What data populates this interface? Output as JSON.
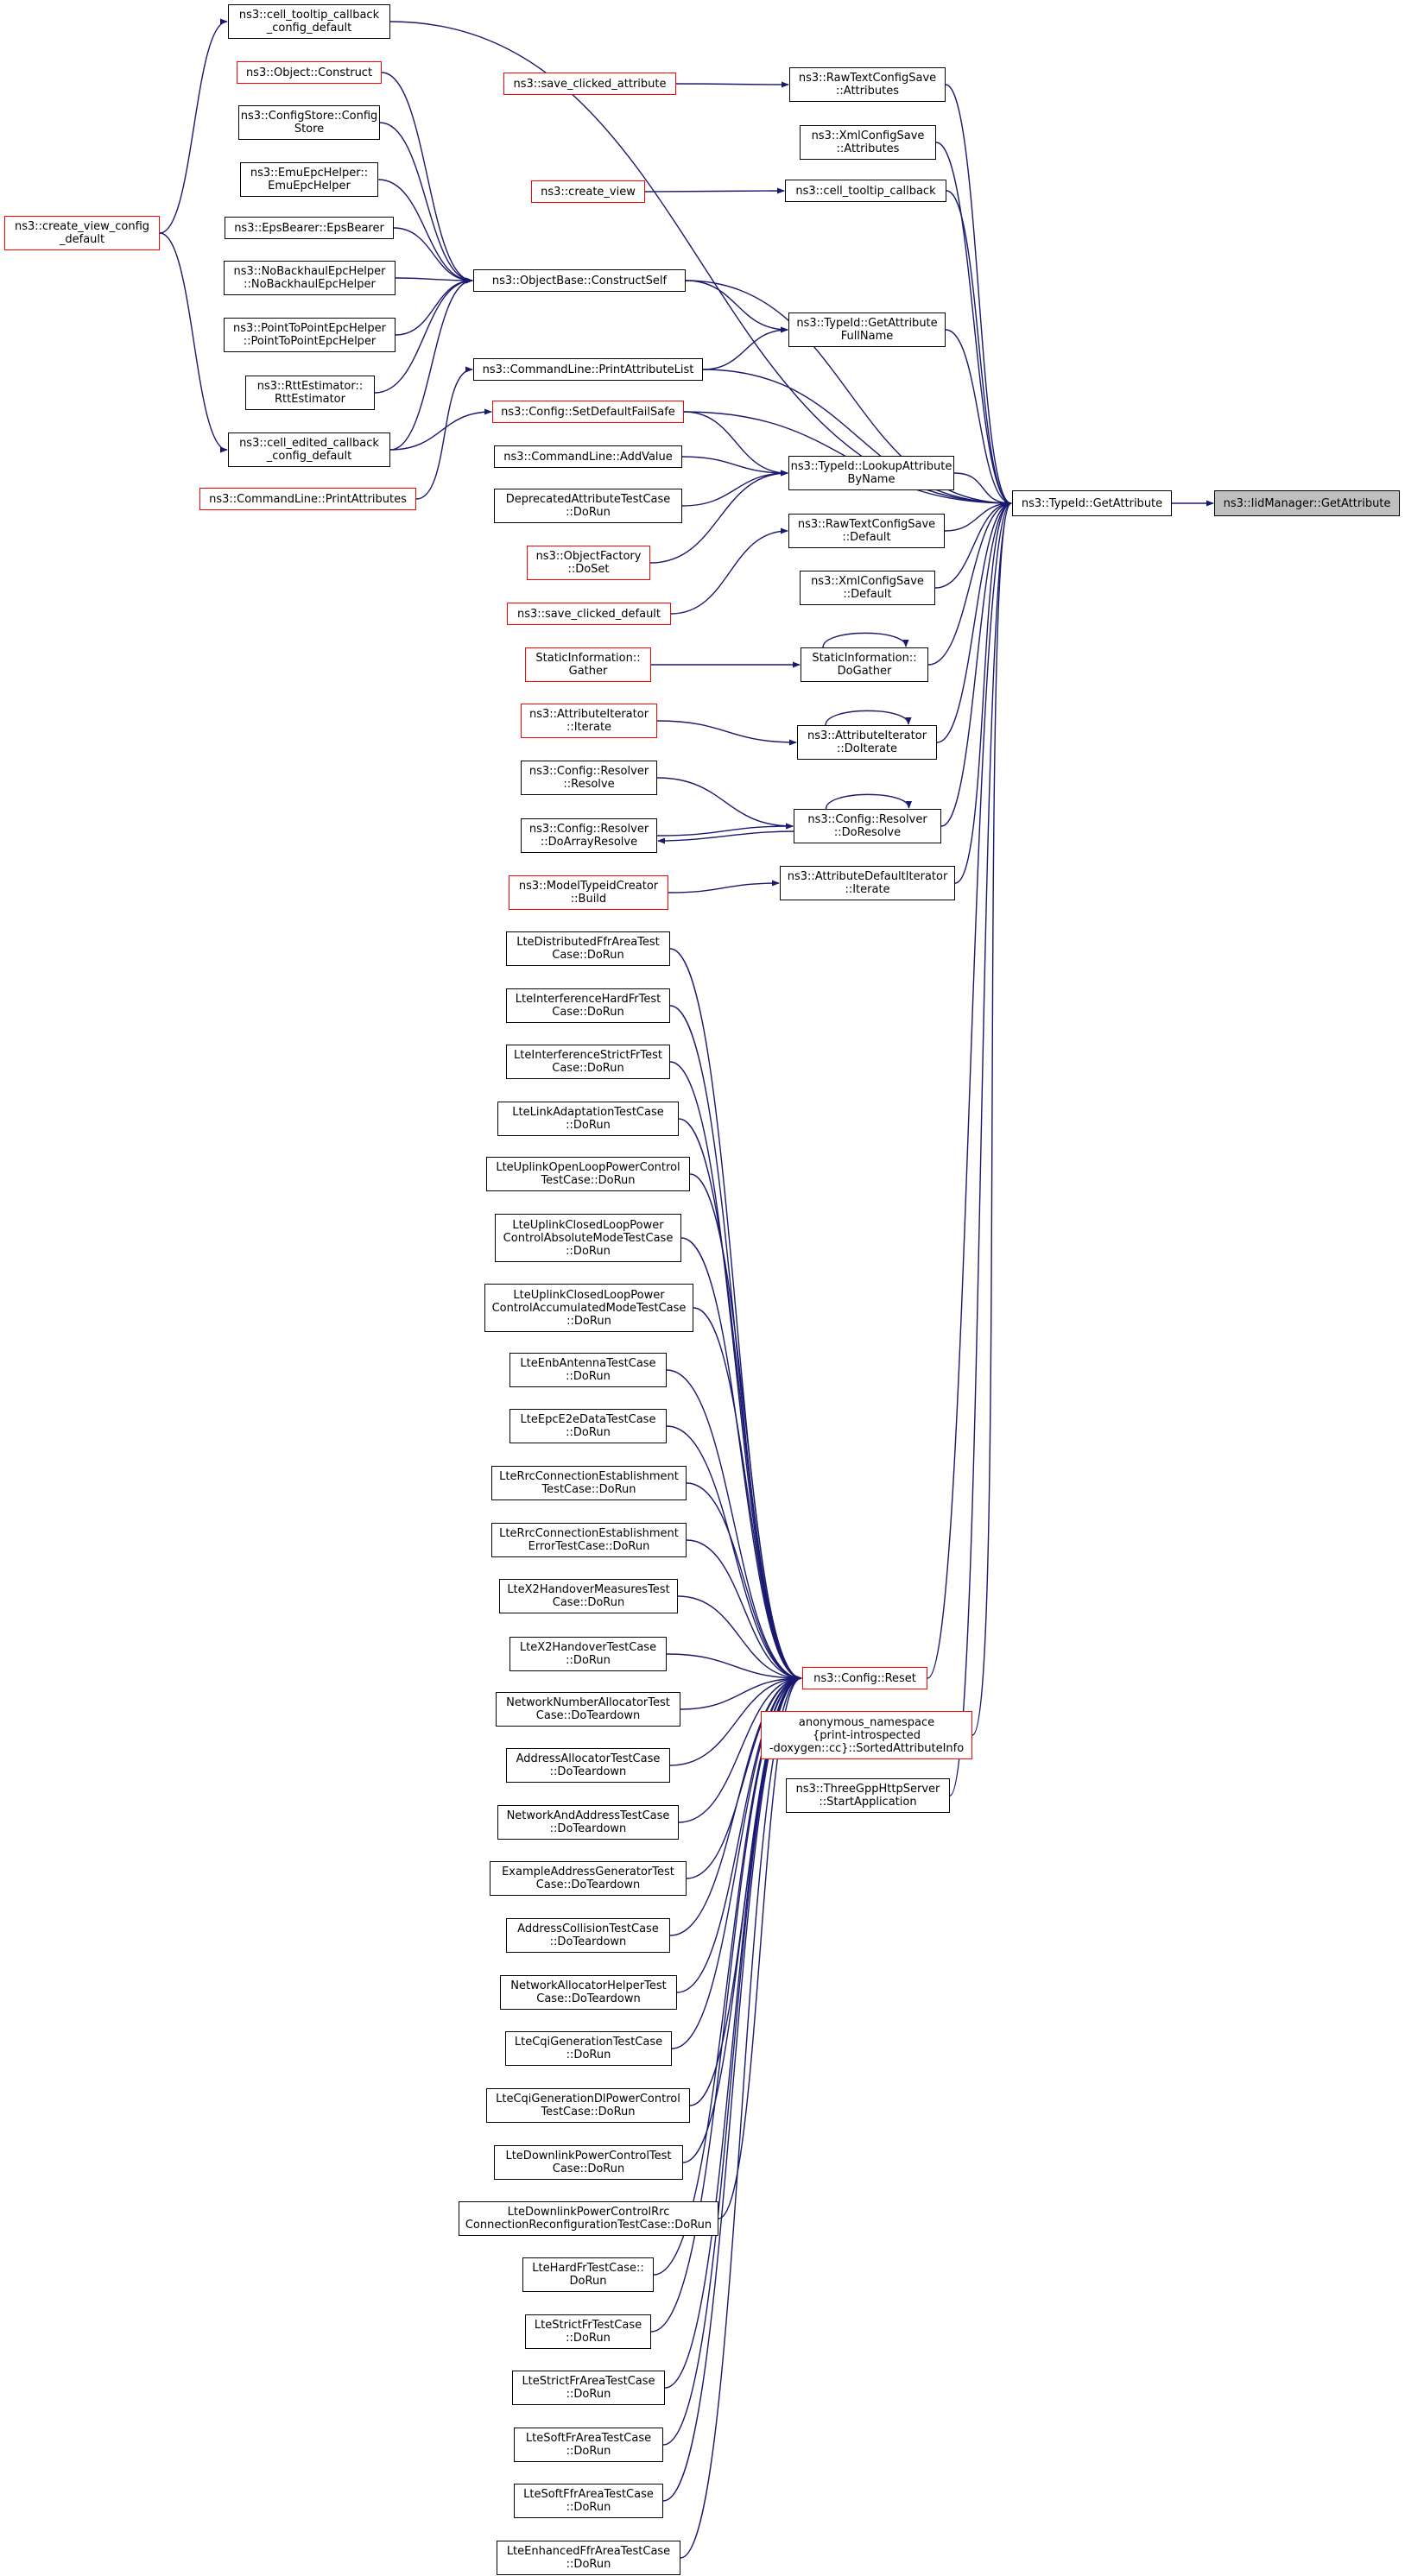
{
  "colors": {
    "edge": "#191970",
    "border": "#000000",
    "truncated_border": "#ff0000",
    "focus_fill": "#bfbfbf"
  },
  "nodes": [
    {
      "id": "iid_get",
      "label": "ns3::IidManager::GetAttribute",
      "style": "grey"
    },
    {
      "id": "typeid_get",
      "label": "ns3::TypeId::GetAttribute",
      "style": "normal"
    },
    {
      "id": "rtcs_attr",
      "label": "ns3::RawTextConfigSave\n::Attributes",
      "style": "normal"
    },
    {
      "id": "xml_attr",
      "label": "ns3::XmlConfigSave\n::Attributes",
      "style": "normal"
    },
    {
      "id": "cell_tooltip_cb",
      "label": "ns3::cell_tooltip_callback",
      "style": "normal"
    },
    {
      "id": "tid_fullname",
      "label": "ns3::TypeId::GetAttribute\nFullName",
      "style": "normal"
    },
    {
      "id": "tid_lookup",
      "label": "ns3::TypeId::LookupAttribute\nByName",
      "style": "normal"
    },
    {
      "id": "rtcs_default",
      "label": "ns3::RawTextConfigSave\n::Default",
      "style": "normal"
    },
    {
      "id": "xml_default",
      "label": "ns3::XmlConfigSave\n::Default",
      "style": "normal"
    },
    {
      "id": "static_dogather",
      "label": "StaticInformation::\nDoGather",
      "style": "normal"
    },
    {
      "id": "attr_doiterate",
      "label": "ns3::AttributeIterator\n::DoIterate",
      "style": "normal"
    },
    {
      "id": "resolver_doresolve",
      "label": "ns3::Config::Resolver\n::DoResolve",
      "style": "normal"
    },
    {
      "id": "adi_iterate",
      "label": "ns3::AttributeDefaultIterator\n::Iterate",
      "style": "normal"
    },
    {
      "id": "config_reset",
      "label": "ns3::Config::Reset",
      "style": "red"
    },
    {
      "id": "anon_sorted",
      "label": "anonymous_namespace\n{print-introspected\n-doxygen::cc}::SortedAttributeInfo",
      "style": "red"
    },
    {
      "id": "threegpp",
      "label": "ns3::ThreeGppHttpServer\n::StartApplication",
      "style": "normal"
    },
    {
      "id": "save_clicked_attr",
      "label": "ns3::save_clicked_attribute",
      "style": "red"
    },
    {
      "id": "create_view",
      "label": "ns3::create_view",
      "style": "red"
    },
    {
      "id": "objbase_construct",
      "label": "ns3::ObjectBase::ConstructSelf",
      "style": "normal"
    },
    {
      "id": "cmd_printattrlist",
      "label": "ns3::CommandLine::PrintAttributeList",
      "style": "normal"
    },
    {
      "id": "config_setdefault",
      "label": "ns3::Config::SetDefaultFailSafe",
      "style": "red"
    },
    {
      "id": "cmd_addvalue",
      "label": "ns3::CommandLine::AddValue",
      "style": "normal"
    },
    {
      "id": "deprecated_test",
      "label": "DeprecatedAttributeTestCase\n::DoRun",
      "style": "normal"
    },
    {
      "id": "objfactory_doset",
      "label": "ns3::ObjectFactory\n::DoSet",
      "style": "red"
    },
    {
      "id": "save_clicked_default",
      "label": "ns3::save_clicked_default",
      "style": "red"
    },
    {
      "id": "static_gather",
      "label": "StaticInformation::\nGather",
      "style": "red"
    },
    {
      "id": "attr_iterate",
      "label": "ns3::AttributeIterator\n::Iterate",
      "style": "red"
    },
    {
      "id": "resolver_resolve",
      "label": "ns3::Config::Resolver\n::Resolve",
      "style": "normal"
    },
    {
      "id": "resolver_doarray",
      "label": "ns3::Config::Resolver\n::DoArrayResolve",
      "style": "normal"
    },
    {
      "id": "model_typeid_build",
      "label": "ns3::ModelTypeidCreator\n::Build",
      "style": "red"
    },
    {
      "id": "cell_tooltip_cfg",
      "label": "ns3::cell_tooltip_callback\n_config_default",
      "style": "normal"
    },
    {
      "id": "object_construct",
      "label": "ns3::Object::Construct",
      "style": "red"
    },
    {
      "id": "configstore_ctor",
      "label": "ns3::ConfigStore::Config\nStore",
      "style": "normal"
    },
    {
      "id": "emu_epc",
      "label": "ns3::EmuEpcHelper::\nEmuEpcHelper",
      "style": "normal"
    },
    {
      "id": "eps_bearer",
      "label": "ns3::EpsBearer::EpsBearer",
      "style": "normal"
    },
    {
      "id": "nobackhaul",
      "label": "ns3::NoBackhaulEpcHelper\n::NoBackhaulEpcHelper",
      "style": "normal"
    },
    {
      "id": "p2p_epc",
      "label": "ns3::PointToPointEpcHelper\n::PointToPointEpcHelper",
      "style": "normal"
    },
    {
      "id": "rtt_estimator",
      "label": "ns3::RttEstimator::\nRttEstimator",
      "style": "normal"
    },
    {
      "id": "cell_edited_cfg",
      "label": "ns3::cell_edited_callback\n_config_default",
      "style": "normal"
    },
    {
      "id": "cmd_printattrs",
      "label": "ns3::CommandLine::PrintAttributes",
      "style": "red"
    },
    {
      "id": "create_view_cfg",
      "label": "ns3::create_view_config\n_default",
      "style": "red"
    },
    {
      "id": "t01",
      "label": "LteDistributedFfrAreaTest\nCase::DoRun",
      "style": "normal"
    },
    {
      "id": "t02",
      "label": "LteInterferenceHardFrTest\nCase::DoRun",
      "style": "normal"
    },
    {
      "id": "t03",
      "label": "LteInterferenceStrictFrTest\nCase::DoRun",
      "style": "normal"
    },
    {
      "id": "t04",
      "label": "LteLinkAdaptationTestCase\n::DoRun",
      "style": "normal"
    },
    {
      "id": "t05",
      "label": "LteUplinkOpenLoopPowerControl\nTestCase::DoRun",
      "style": "normal"
    },
    {
      "id": "t06",
      "label": "LteUplinkClosedLoopPower\nControlAbsoluteModeTestCase\n::DoRun",
      "style": "normal"
    },
    {
      "id": "t07",
      "label": "LteUplinkClosedLoopPower\nControlAccumulatedModeTestCase\n::DoRun",
      "style": "normal"
    },
    {
      "id": "t08",
      "label": "LteEnbAntennaTestCase\n::DoRun",
      "style": "normal"
    },
    {
      "id": "t09",
      "label": "LteEpcE2eDataTestCase\n::DoRun",
      "style": "normal"
    },
    {
      "id": "t10",
      "label": "LteRrcConnectionEstablishment\nTestCase::DoRun",
      "style": "normal"
    },
    {
      "id": "t11",
      "label": "LteRrcConnectionEstablishment\nErrorTestCase::DoRun",
      "style": "normal"
    },
    {
      "id": "t12",
      "label": "LteX2HandoverMeasuresTest\nCase::DoRun",
      "style": "normal"
    },
    {
      "id": "t13",
      "label": "LteX2HandoverTestCase\n::DoRun",
      "style": "normal"
    },
    {
      "id": "t14",
      "label": "NetworkNumberAllocatorTest\nCase::DoTeardown",
      "style": "normal"
    },
    {
      "id": "t15",
      "label": "AddressAllocatorTestCase\n::DoTeardown",
      "style": "normal"
    },
    {
      "id": "t16",
      "label": "NetworkAndAddressTestCase\n::DoTeardown",
      "style": "normal"
    },
    {
      "id": "t17",
      "label": "ExampleAddressGeneratorTest\nCase::DoTeardown",
      "style": "normal"
    },
    {
      "id": "t18",
      "label": "AddressCollisionTestCase\n::DoTeardown",
      "style": "normal"
    },
    {
      "id": "t19",
      "label": "NetworkAllocatorHelperTest\nCase::DoTeardown",
      "style": "normal"
    },
    {
      "id": "t20",
      "label": "LteCqiGenerationTestCase\n::DoRun",
      "style": "normal"
    },
    {
      "id": "t21",
      "label": "LteCqiGenerationDlPowerControl\nTestCase::DoRun",
      "style": "normal"
    },
    {
      "id": "t22",
      "label": "LteDownlinkPowerControlTest\nCase::DoRun",
      "style": "normal"
    },
    {
      "id": "t23",
      "label": "LteDownlinkPowerControlRrc\nConnectionReconfigurationTestCase::DoRun",
      "style": "normal"
    },
    {
      "id": "t24",
      "label": "LteHardFrTestCase::\nDoRun",
      "style": "normal"
    },
    {
      "id": "t25",
      "label": "LteStrictFrTestCase\n::DoRun",
      "style": "normal"
    },
    {
      "id": "t26",
      "label": "LteStrictFrAreaTestCase\n::DoRun",
      "style": "normal"
    },
    {
      "id": "t27",
      "label": "LteSoftFrAreaTestCase\n::DoRun",
      "style": "normal"
    },
    {
      "id": "t28",
      "label": "LteSoftFfrAreaTestCase\n::DoRun",
      "style": "normal"
    },
    {
      "id": "t29",
      "label": "LteEnhancedFfrAreaTestCase\n::DoRun",
      "style": "normal"
    }
  ],
  "edges": [
    [
      "typeid_get",
      "iid_get"
    ],
    [
      "rtcs_attr",
      "typeid_get"
    ],
    [
      "xml_attr",
      "typeid_get"
    ],
    [
      "cell_tooltip_cb",
      "typeid_get"
    ],
    [
      "tid_fullname",
      "typeid_get"
    ],
    [
      "tid_lookup",
      "typeid_get"
    ],
    [
      "rtcs_default",
      "typeid_get"
    ],
    [
      "xml_default",
      "typeid_get"
    ],
    [
      "static_dogather",
      "typeid_get"
    ],
    [
      "attr_doiterate",
      "typeid_get"
    ],
    [
      "resolver_doresolve",
      "typeid_get"
    ],
    [
      "adi_iterate",
      "typeid_get"
    ],
    [
      "config_reset",
      "typeid_get"
    ],
    [
      "anon_sorted",
      "typeid_get"
    ],
    [
      "threegpp",
      "typeid_get"
    ],
    [
      "cell_tooltip_cfg",
      "typeid_get"
    ],
    [
      "objbase_construct",
      "typeid_get"
    ],
    [
      "cmd_printattrlist",
      "typeid_get"
    ],
    [
      "config_setdefault",
      "typeid_get"
    ],
    [
      "save_clicked_attr",
      "rtcs_attr"
    ],
    [
      "create_view",
      "cell_tooltip_cb"
    ],
    [
      "objbase_construct",
      "tid_fullname"
    ],
    [
      "cmd_printattrlist",
      "tid_fullname"
    ],
    [
      "config_setdefault",
      "tid_lookup"
    ],
    [
      "cmd_addvalue",
      "tid_lookup"
    ],
    [
      "deprecated_test",
      "tid_lookup"
    ],
    [
      "objfactory_doset",
      "tid_lookup"
    ],
    [
      "save_clicked_default",
      "rtcs_default"
    ],
    [
      "static_gather",
      "static_dogather"
    ],
    [
      "static_dogather",
      "static_dogather"
    ],
    [
      "attr_iterate",
      "attr_doiterate"
    ],
    [
      "attr_doiterate",
      "attr_doiterate"
    ],
    [
      "resolver_resolve",
      "resolver_doresolve"
    ],
    [
      "resolver_doresolve",
      "resolver_doresolve"
    ],
    [
      "resolver_doresolve",
      "resolver_doarray"
    ],
    [
      "resolver_doarray",
      "resolver_doresolve"
    ],
    [
      "model_typeid_build",
      "adi_iterate"
    ],
    [
      "object_construct",
      "objbase_construct"
    ],
    [
      "configstore_ctor",
      "objbase_construct"
    ],
    [
      "emu_epc",
      "objbase_construct"
    ],
    [
      "eps_bearer",
      "objbase_construct"
    ],
    [
      "nobackhaul",
      "objbase_construct"
    ],
    [
      "p2p_epc",
      "objbase_construct"
    ],
    [
      "rtt_estimator",
      "objbase_construct"
    ],
    [
      "cell_edited_cfg",
      "objbase_construct"
    ],
    [
      "cmd_printattrs",
      "cmd_printattrlist"
    ],
    [
      "cell_edited_cfg",
      "config_setdefault"
    ],
    [
      "create_view_cfg",
      "cell_tooltip_cfg"
    ],
    [
      "create_view_cfg",
      "cell_edited_cfg"
    ],
    [
      "t01",
      "config_reset"
    ],
    [
      "t02",
      "config_reset"
    ],
    [
      "t03",
      "config_reset"
    ],
    [
      "t04",
      "config_reset"
    ],
    [
      "t05",
      "config_reset"
    ],
    [
      "t06",
      "config_reset"
    ],
    [
      "t07",
      "config_reset"
    ],
    [
      "t08",
      "config_reset"
    ],
    [
      "t09",
      "config_reset"
    ],
    [
      "t10",
      "config_reset"
    ],
    [
      "t11",
      "config_reset"
    ],
    [
      "t12",
      "config_reset"
    ],
    [
      "t13",
      "config_reset"
    ],
    [
      "t14",
      "config_reset"
    ],
    [
      "t15",
      "config_reset"
    ],
    [
      "t16",
      "config_reset"
    ],
    [
      "t17",
      "config_reset"
    ],
    [
      "t18",
      "config_reset"
    ],
    [
      "t19",
      "config_reset"
    ],
    [
      "t20",
      "config_reset"
    ],
    [
      "t21",
      "config_reset"
    ],
    [
      "t22",
      "config_reset"
    ],
    [
      "t23",
      "config_reset"
    ],
    [
      "t24",
      "config_reset"
    ],
    [
      "t25",
      "config_reset"
    ],
    [
      "t26",
      "config_reset"
    ],
    [
      "t27",
      "config_reset"
    ],
    [
      "t28",
      "config_reset"
    ],
    [
      "t29",
      "config_reset"
    ]
  ]
}
